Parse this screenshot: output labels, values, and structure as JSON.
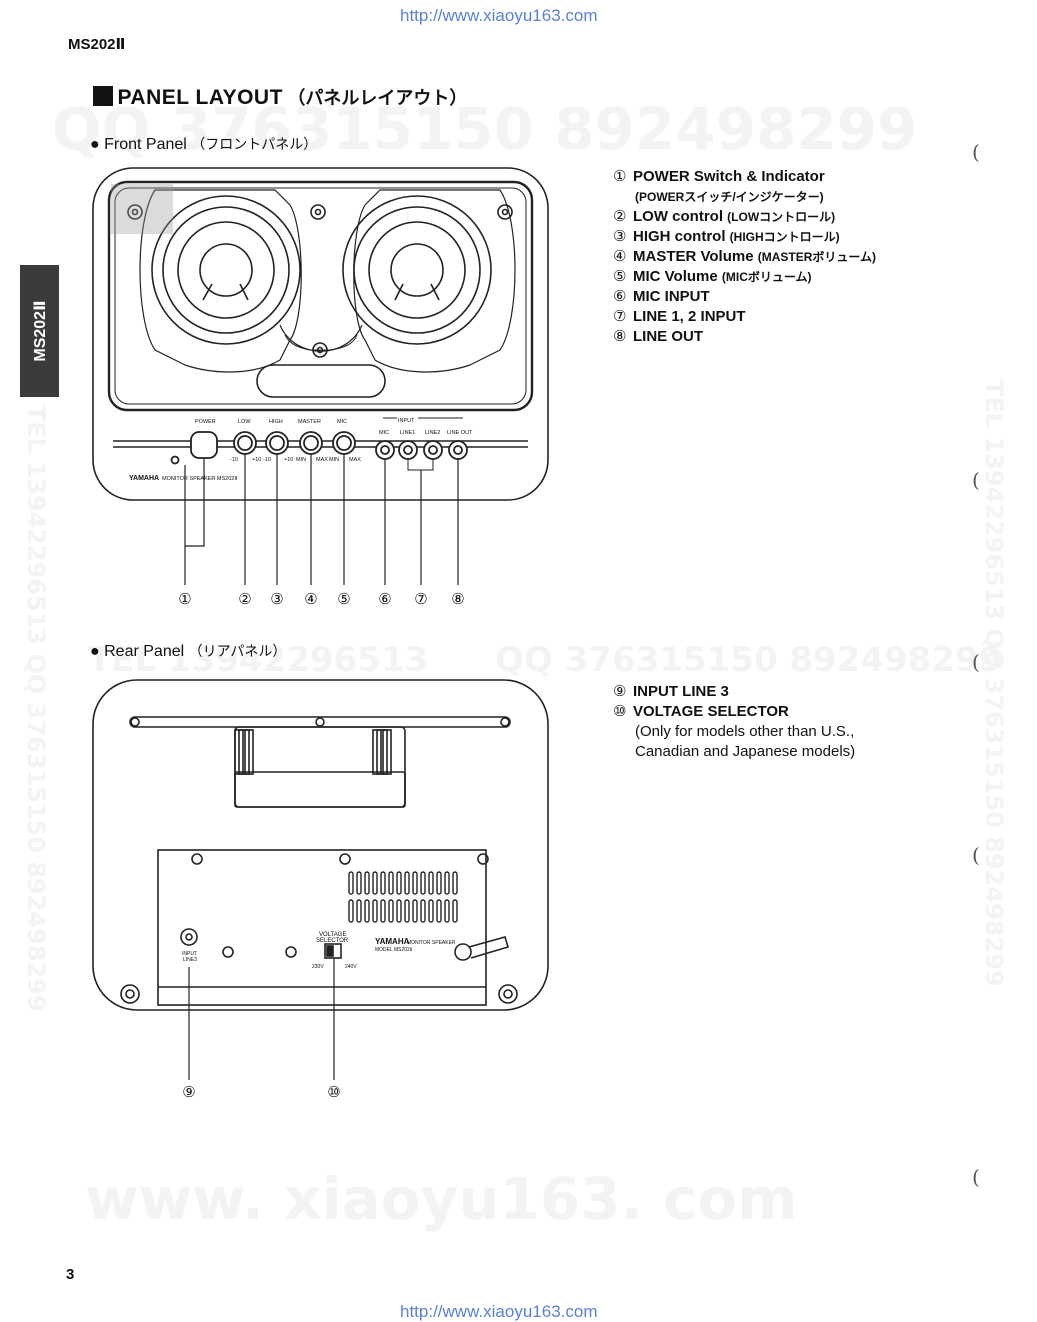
{
  "urls": {
    "top": "http://www.xiaoyu163.com",
    "bottom": "http://www.xiaoyu163.com"
  },
  "header": {
    "model": "MS202Ⅱ",
    "side_tab": "MS202Ⅱ",
    "page_number": "3"
  },
  "title": {
    "text": "PANEL LAYOUT",
    "jp": "（パネルレイアウト）"
  },
  "watermarks": {
    "qq_top": "QQ 376315150   892498299",
    "tel_mid": "TEL 13942296513",
    "qq_mid": "QQ 376315150  892498299",
    "site": "www. xiaoyu163. com",
    "right_vertical": "TEL 13942296513  QQ 376315150  892498299",
    "left_vertical": "TEL 13942296513  QQ 376315150  892498299"
  },
  "front": {
    "label": "Front Panel",
    "jp": "（フロントパネル）",
    "panel_labels": {
      "power": "POWER",
      "low": "LOW",
      "high": "HIGH",
      "master": "MASTER",
      "mic": "MIC",
      "input": "INPUT",
      "mic2": "MIC",
      "line1": "LINE1",
      "line2": "LINE2",
      "lineout": "LINE OUT",
      "brand": "YAMAHA",
      "model": "MONITOR SPEAKER MS202Ⅱ",
      "scale": {
        "low_l": "-10",
        "low_r": "+10",
        "high_l": "-10",
        "high_r": "+10",
        "master_l": "MIN",
        "master_r": "MAX",
        "mic_l": "MIN",
        "mic_r": "MAX"
      }
    },
    "callouts": [
      "①",
      "②",
      "③",
      "④",
      "⑤",
      "⑥",
      "⑦",
      "⑧"
    ]
  },
  "legend_front": [
    {
      "num": "①",
      "en": "POWER Switch & Indicator",
      "jp": "(POWERスイッチ/インジケーター)"
    },
    {
      "num": "②",
      "en": "LOW control",
      "jp": "(LOWコントロール)"
    },
    {
      "num": "③",
      "en": "HIGH control",
      "jp": "(HIGHコントロール)"
    },
    {
      "num": "④",
      "en": "MASTER Volume",
      "jp": "(MASTERボリューム)"
    },
    {
      "num": "⑤",
      "en": "MIC Volume",
      "jp": "(MICボリューム)"
    },
    {
      "num": "⑥",
      "en": "MIC INPUT",
      "jp": ""
    },
    {
      "num": "⑦",
      "en": "LINE 1, 2 INPUT",
      "jp": ""
    },
    {
      "num": "⑧",
      "en": "LINE OUT",
      "jp": ""
    }
  ],
  "rear": {
    "label": "Rear Panel",
    "jp": "（リアパネル）",
    "panel_labels": {
      "voltage1": "VOLTAGE",
      "voltage2": "SELECTOR",
      "v_left": "230V",
      "v_right": "240V",
      "input1": "INPUT",
      "input2": "LINE3",
      "brand": "YAMAHA",
      "model1": "MONITOR SPEAKER",
      "model2": "MODEL MS202Ⅱ"
    },
    "callouts": [
      "⑨",
      "⑩"
    ]
  },
  "legend_rear": {
    "items": [
      {
        "num": "⑨",
        "en": "INPUT LINE 3"
      },
      {
        "num": "⑩",
        "en": "VOLTAGE SELECTOR"
      }
    ],
    "note1": "(Only for models other than U.S.,",
    "note2": "Canadian and Japanese models)"
  },
  "margin_marks": [
    "(",
    "(",
    "(",
    "(",
    "("
  ]
}
